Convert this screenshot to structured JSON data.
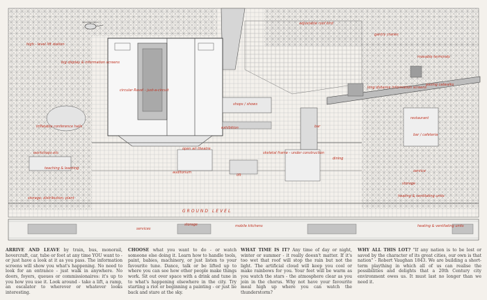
{
  "colors": {
    "paper": "#f4f1ec",
    "ink": "#3a3a3a",
    "annotation_red": "#c0301f",
    "shade": "#b9b9b9"
  },
  "annotations": [
    {
      "text": "high - level lift station"
    },
    {
      "text": "big display & information screens"
    },
    {
      "text": "circular Ravel - just-a-circuit"
    },
    {
      "text": "adjustable roof bird"
    },
    {
      "text": "gantry cranes"
    },
    {
      "text": "inflatable conference halls"
    },
    {
      "text": "long distance information screens"
    },
    {
      "text": "movable terminals"
    },
    {
      "text": "paving catwalks"
    },
    {
      "text": "shops / shows"
    },
    {
      "text": "restaurant"
    },
    {
      "text": "bar"
    },
    {
      "text": "workshops etc"
    },
    {
      "text": "teaching & learning"
    },
    {
      "text": "open air theatre"
    },
    {
      "text": "auditorium"
    },
    {
      "text": "exhibition"
    },
    {
      "text": "skeletal frame - under construction"
    },
    {
      "text": "bar / cafeteria"
    },
    {
      "text": "lift"
    },
    {
      "text": "dining"
    },
    {
      "text": "service"
    },
    {
      "text": "storage"
    },
    {
      "text": "heating & ventilating units"
    },
    {
      "text": "storage, distribution, plant"
    }
  ],
  "ground_label": "GROUND LEVEL",
  "strip": {
    "labels": [
      "services",
      "storage",
      "mobile kitchens",
      "heating & ventilating units"
    ]
  },
  "columns": [
    {
      "lead": "ARRIVE AND LEAVE",
      "text": " by train, bus, monorail, hovercraft, car, tube or foot at any time YOU want to - or just have a look at it as you pass. The information screens will show you what's happening. No need to look for an entrance - just walk in anywhere. No doors, foyers, queues or commissionaires: it's up to you how you use it. Look around - take a lift, a ramp, an escalator to wherever or whatever looks interesting."
    },
    {
      "lead": "CHOOSE",
      "text": " what you want to do - or watch someone else doing it. Learn how to handle tools, paint, babies, machinery, or just listen to your favourite tune. Dance, talk or be lifted up to where you can see how other people make things work. Sit out over space with a drink and tune in to what's happening elsewhere in the city. Try starting a riot or beginning a painting - or just lie back and stare at the sky."
    },
    {
      "lead": "WHAT TIME IS IT?",
      "text": " Any time of day or night, winter or summer - it really doesn't matter. If it's too wet that roof will stop the rain but not the light. The artificial cloud will keep you cool or make rainbows for you. Your feet will be warm as you watch the stars - the atmosphere clear as you join in the chorus. Why not have your favourite meal high up where you can watch the thunderstorm?"
    },
    {
      "lead": "WHY ALL THIS LOT?",
      "text": " \"If any nation is to be lost or saved by the character of its great cities, our own is that nation\" - Robert Vaughan 1843. We are building a short-term plaything in which all of us can realise the possibilities and delights that a 20th Century city environment owes us. It must last no longer than we need it."
    }
  ]
}
